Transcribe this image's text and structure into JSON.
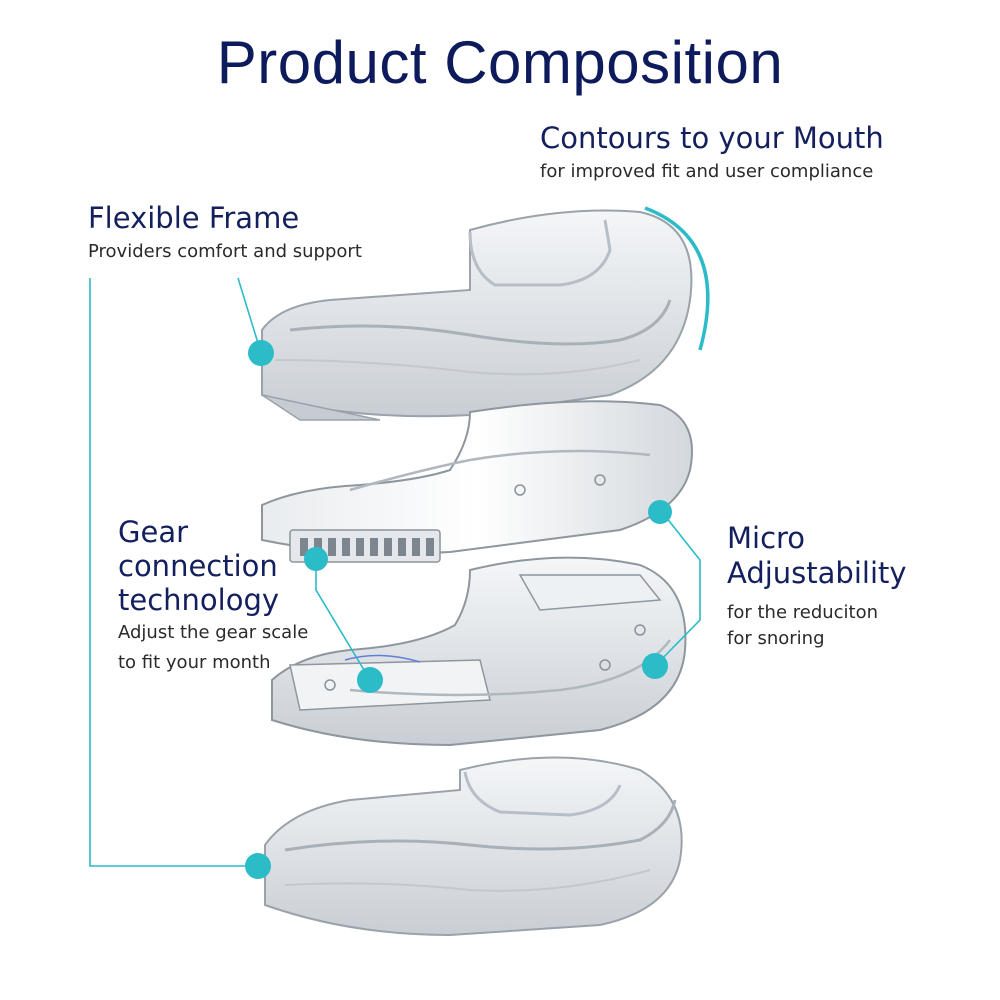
{
  "title": "Product Composition",
  "accent_color": "#2bbcc7",
  "text_color": "#14205e",
  "callouts": {
    "contours": {
      "heading": "Contours to your Mouth",
      "description": "for improved fit and user compliance"
    },
    "flexible_frame": {
      "heading": "Flexible Frame",
      "description": "Providers comfort and support"
    },
    "gear": {
      "heading_lines": [
        "Gear",
        "connection",
        "technology"
      ],
      "description_lines": [
        "Adjust the gear scale",
        "to fit your month"
      ]
    },
    "micro": {
      "heading_lines": [
        "Micro",
        "Adjustability"
      ],
      "description_lines": [
        "for the reduciton",
        "for snoring"
      ]
    }
  }
}
